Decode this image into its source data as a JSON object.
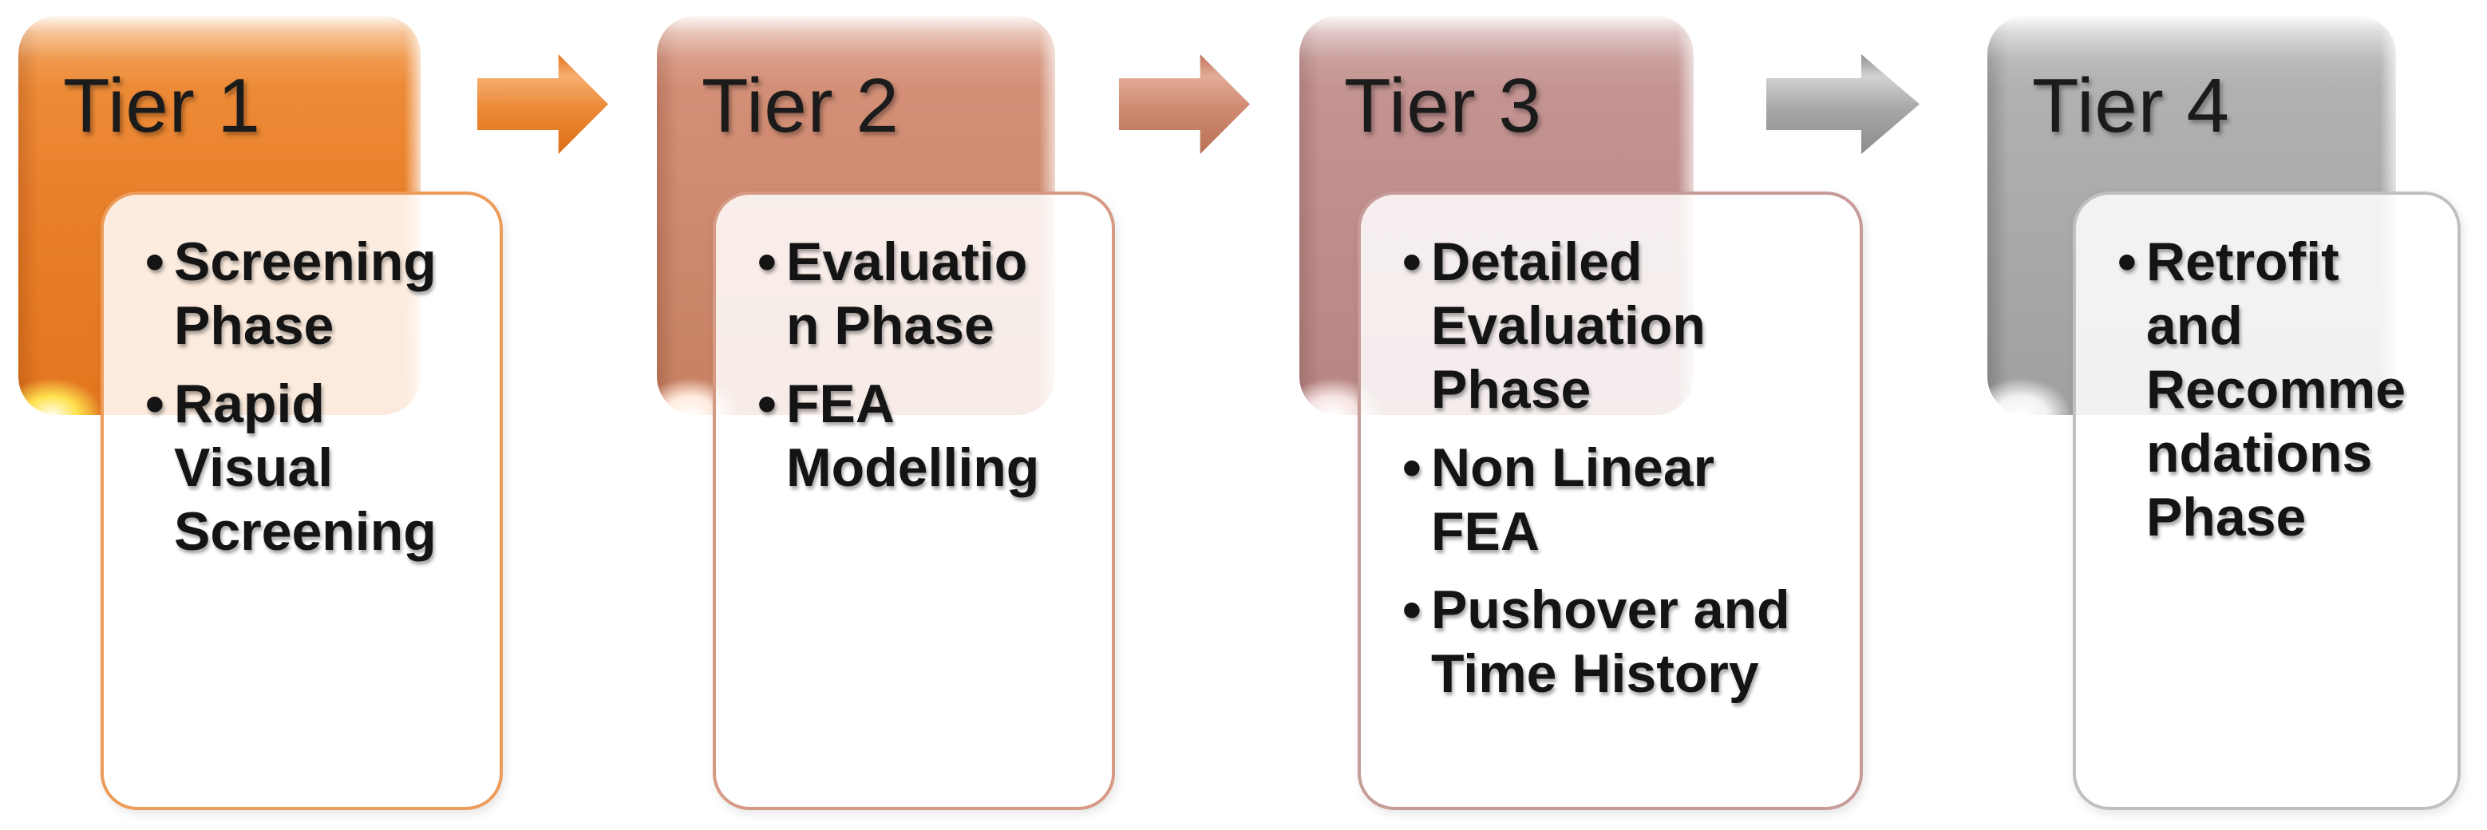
{
  "page": {
    "background": "#FFFFFF",
    "text_color": "#1A1A1A"
  },
  "diagram": {
    "type": "process-flow",
    "bullet_marker": "•",
    "tiers": [
      {
        "title": "Tier 1",
        "bullets": [
          "Screening Phase",
          "Rapid Visual Screening"
        ],
        "accent_color": "#E9802B",
        "card_border_color": "#ED9B59",
        "card_overlap_tint": "#FAECE2"
      },
      {
        "title": "Tier 2",
        "bullets": [
          "Evaluation Phase",
          "FEA Modelling"
        ],
        "accent_color": "#CF8A70",
        "card_border_color": "#D69A84",
        "card_overlap_tint": "#F9EDE8"
      },
      {
        "title": "Tier 3",
        "bullets": [
          "Detailed Evaluation Phase",
          "Non Linear FEA",
          "Pushover and Time History"
        ],
        "accent_color": "#C08F8D",
        "card_border_color": "#C69B98",
        "card_overlap_tint": "#F8EFEE"
      },
      {
        "title": "Tier 4",
        "bullets": [
          "Retrofit and Recommendations Phase"
        ],
        "accent_color": "#ABABAB",
        "card_border_color": "#C0C0C0",
        "card_overlap_tint": "#F2F2F2"
      }
    ],
    "arrows": [
      {
        "from": "Tier 1",
        "to": "Tier 2",
        "color": "#E9802B"
      },
      {
        "from": "Tier 2",
        "to": "Tier 3",
        "color": "#CE8A70"
      },
      {
        "from": "Tier 3",
        "to": "Tier 4",
        "color": "#A7A7A7"
      }
    ]
  }
}
